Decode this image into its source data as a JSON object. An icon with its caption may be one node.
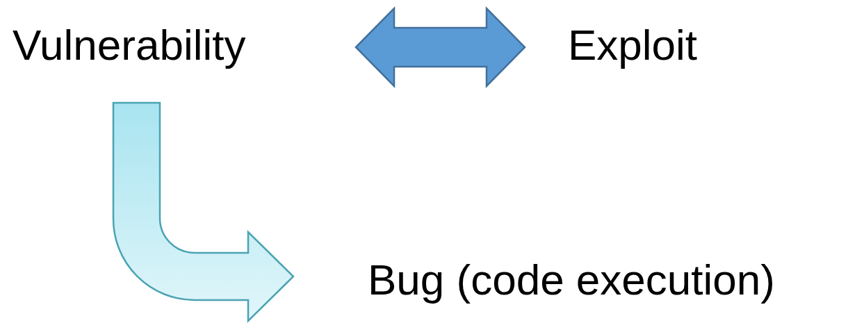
{
  "diagram": {
    "nodes": [
      {
        "text": [
          "Vulnerability"
        ]
      },
      {
        "text": [
          "Exploit"
        ]
      },
      {
        "text": [
          "Bug (code execution)"
        ]
      }
    ],
    "edges": [
      {
        "from": 0,
        "to": 1,
        "arrow": "both",
        "color": "#5b9bd5"
      },
      {
        "from": 0,
        "to": 2,
        "arrow": "to",
        "color": "#a8e4f0"
      }
    ]
  }
}
